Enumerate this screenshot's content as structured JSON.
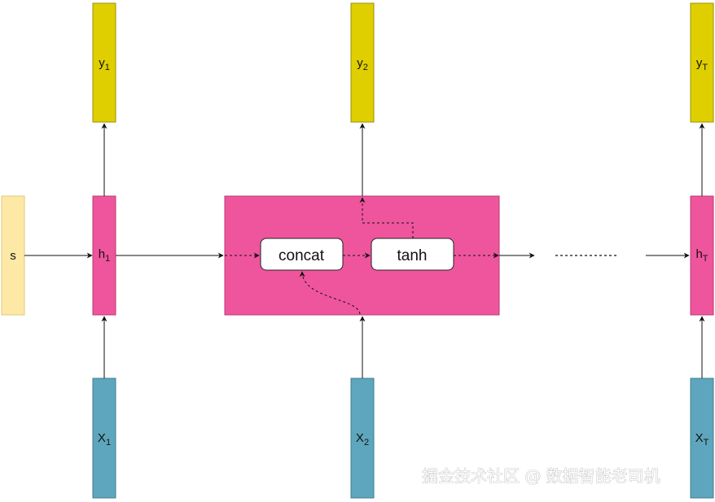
{
  "nodes": {
    "s": "s",
    "h1": {
      "base": "h",
      "sub": "1"
    },
    "hT": {
      "base": "h",
      "sub": "T"
    },
    "y1": {
      "base": "y",
      "sub": "1"
    },
    "y2": {
      "base": "y",
      "sub": "2"
    },
    "yT": {
      "base": "y",
      "sub": "T"
    },
    "x1": {
      "base": "X",
      "sub": "1"
    },
    "x2": {
      "base": "X",
      "sub": "2"
    },
    "xT": {
      "base": "X",
      "sub": "T"
    }
  },
  "cell": {
    "concat": "concat",
    "tanh": "tanh"
  },
  "watermark": "掘金技术社区 @ 数据智能老司机",
  "colors": {
    "yellow": "#e0cf00",
    "pink": "#ef559c",
    "cream": "#fde8a6",
    "teal": "#5ea6bd",
    "box": "#ffffff",
    "stroke": "#222222"
  },
  "icons": [
    "arrowhead-icon"
  ]
}
